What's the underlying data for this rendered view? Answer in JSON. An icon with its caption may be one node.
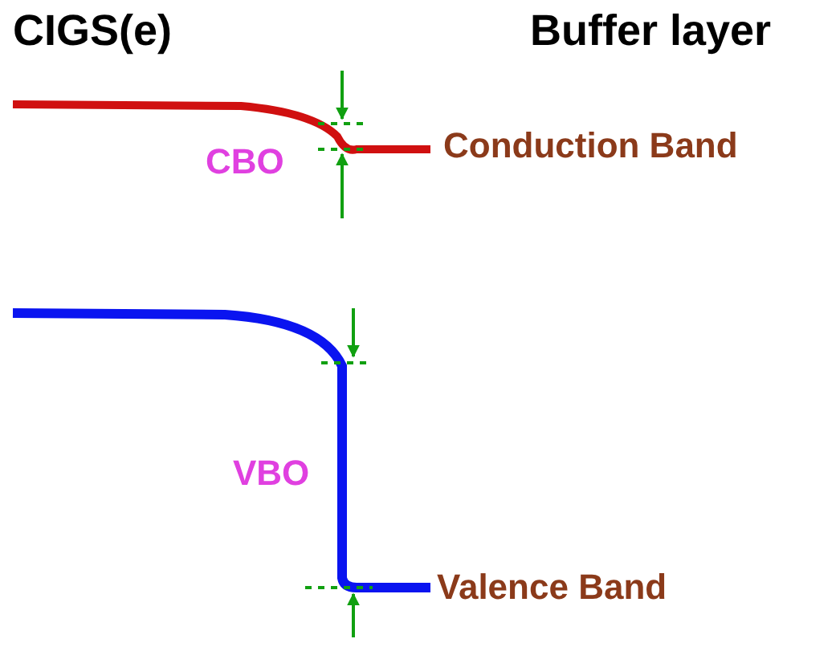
{
  "diagram": {
    "labels": [
      "CIGS(e)",
      "Buffer layer",
      "CBO",
      "Conduction Band",
      "VBO",
      "Valence Band"
    ]
  }
}
